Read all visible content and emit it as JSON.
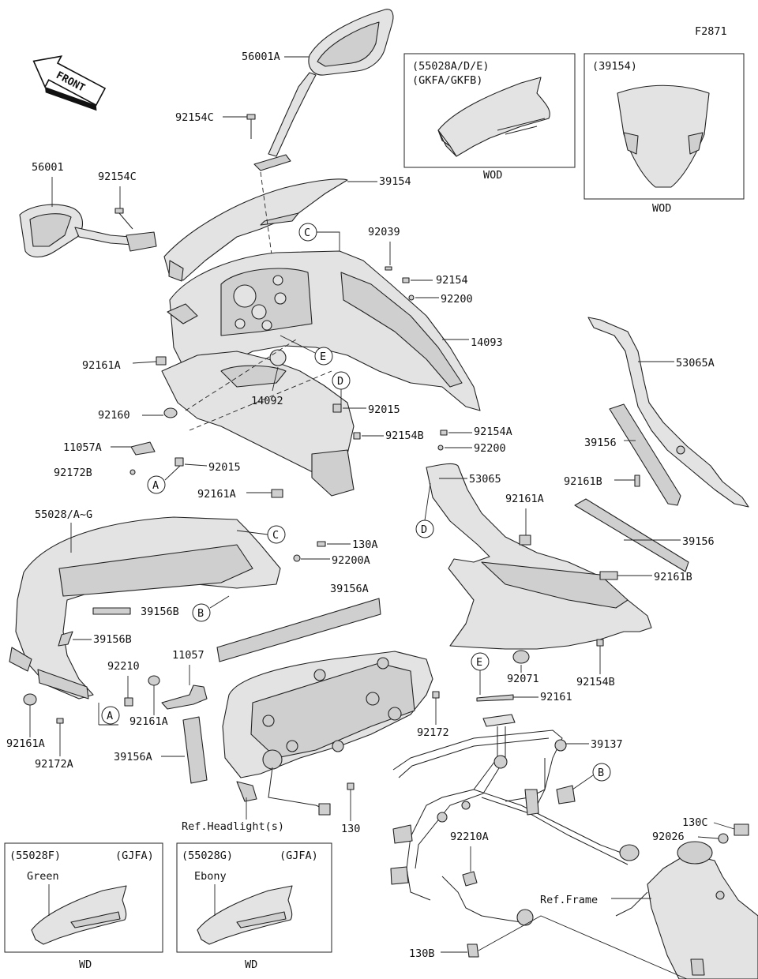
{
  "figure_code": "F2871",
  "front_label": "FRONT",
  "insets": {
    "top_a": {
      "header": "(55028A/D/E)",
      "subheader": "(GKFA/GKFB)",
      "footer": "WOD"
    },
    "top_b": {
      "header": "(39154)",
      "footer": "WOD"
    },
    "bottom_a": {
      "header": "(55028F)",
      "model": "(GJFA)",
      "color": "Green",
      "footer": "WD"
    },
    "bottom_b": {
      "header": "(55028G)",
      "model": "(GJFA)",
      "color": "Ebony",
      "footer": "WD"
    }
  },
  "labels": {
    "p56001A": "56001A",
    "p92154C_top": "92154C",
    "p56001": "56001",
    "p92154C": "92154C",
    "p39154": "39154",
    "p92039": "92039",
    "p92154": "92154",
    "p92200": "92200",
    "p14093": "14093",
    "p92161A_1": "92161A",
    "p14092": "14092",
    "p92160": "92160",
    "p92015_1": "92015",
    "p11057A": "11057A",
    "p92154B_1": "92154B",
    "p92172B": "92172B",
    "p92015_2": "92015",
    "p92161A_2": "92161A",
    "p53065A": "53065A",
    "p39156_1": "39156",
    "p92154A": "92154A",
    "p92200_2": "92200",
    "p53065": "53065",
    "p92161B_1": "92161B",
    "p92161A_3": "92161A",
    "p39156_2": "39156",
    "p55028": "55028/A~G",
    "p130A": "130A",
    "p92200A": "92200A",
    "p92161B_2": "92161B",
    "p39156A_1": "39156A",
    "p39156B_1": "39156B",
    "p39156B_2": "39156B",
    "p11057": "11057",
    "p92210": "92210",
    "p92161A_4": "92161A",
    "p92071": "92071",
    "p92154B_2": "92154B",
    "p92161": "92161",
    "p92172": "92172",
    "p92161A_5": "92161A",
    "p92172A": "92172A",
    "p39137": "39137",
    "p39156A_2": "39156A",
    "p130": "130",
    "p92210A": "92210A",
    "p130C": "130C",
    "p92026": "92026",
    "ref_headlight": "Ref.Headlight(s)",
    "ref_frame": "Ref.Frame",
    "p130B": "130B"
  },
  "callouts": {
    "C": "C",
    "D": "D",
    "E": "E",
    "A": "A",
    "B": "B"
  }
}
